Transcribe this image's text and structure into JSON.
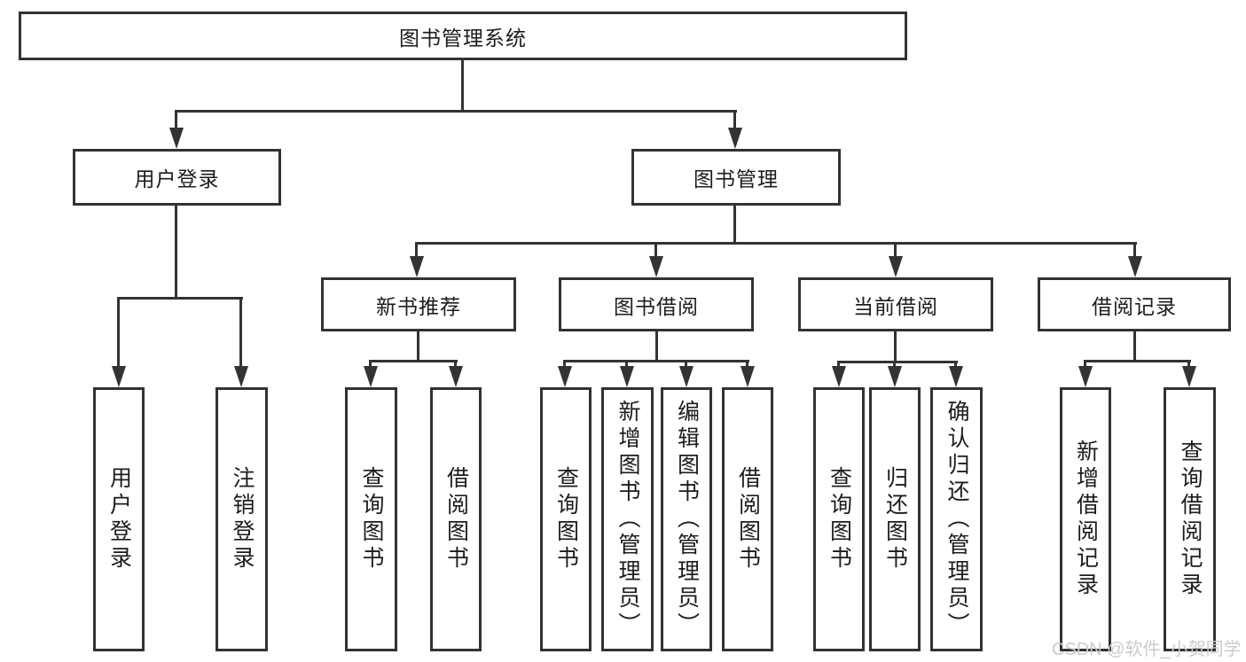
{
  "colors": {
    "line": "#333333",
    "border": "#323232",
    "text": "#1c1c1c",
    "watermark": "#cbcbcb",
    "background": "#ffffff"
  },
  "watermark": "CSDN @软件_小贺同学",
  "tree": {
    "root": "图书管理系统",
    "user_login": {
      "label": "用户登录",
      "children": [
        "用户登录",
        "注销登录"
      ]
    },
    "book_management": {
      "label": "图书管理",
      "groups": [
        {
          "label": "新书推荐",
          "children": [
            "查询图书",
            "借阅图书"
          ]
        },
        {
          "label": "图书借阅",
          "children": [
            "查询图书",
            "新增图书（管理员）",
            "编辑图书（管理员）",
            "借阅图书"
          ]
        },
        {
          "label": "当前借阅",
          "children": [
            "查询图书",
            "归还图书",
            "确认归还（管理员）"
          ]
        },
        {
          "label": "借阅记录",
          "children": [
            "新增借阅记录",
            "查询借阅记录"
          ]
        }
      ]
    }
  }
}
